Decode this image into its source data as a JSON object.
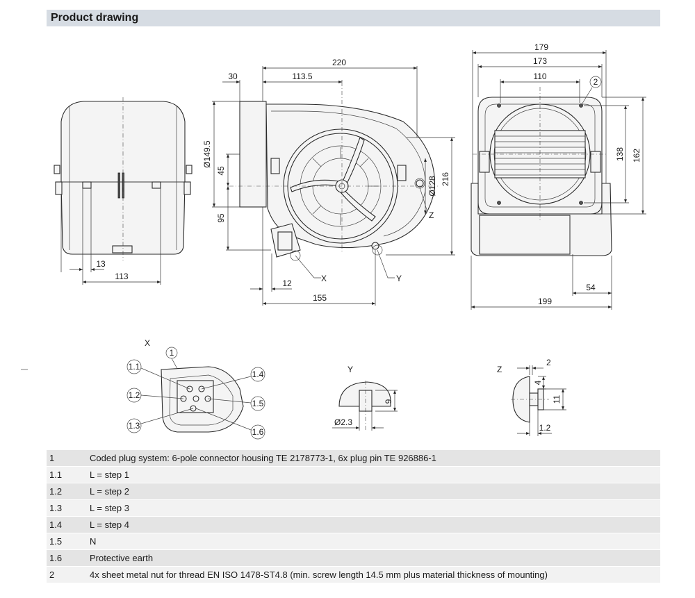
{
  "header": {
    "title": "Product drawing"
  },
  "front_view": {
    "dims": {
      "d30": "30",
      "d113_5": "113.5",
      "d220": "220",
      "d149_5": "Ø149.5",
      "d45": "45",
      "d95": "95",
      "d128": "Ø128",
      "d216": "216",
      "d12": "12",
      "d155": "155"
    },
    "callouts": {
      "x": "X",
      "y": "Y",
      "z": "Z"
    }
  },
  "side_view": {
    "dims": {
      "d13": "13",
      "d113": "113"
    }
  },
  "right_view": {
    "dims": {
      "d179": "179",
      "d173": "173",
      "d110": "110",
      "d138": "138",
      "d162": "162",
      "d54": "54",
      "d199": "199"
    },
    "callout": "2"
  },
  "detail_x": {
    "title": "X",
    "callout": "1",
    "labels": [
      "1.1",
      "1.2",
      "1.3",
      "1.4",
      "1.5",
      "1.6"
    ]
  },
  "detail_y": {
    "title": "Y",
    "d9": "9",
    "d2_3": "Ø2.3"
  },
  "detail_z": {
    "title": "Z",
    "d2": "2",
    "d4": "4",
    "d11": "11",
    "d1_2": "1.2"
  },
  "legend": [
    {
      "num": "1",
      "text": "Coded plug system: 6-pole connector housing TE 2178773-1, 6x plug pin TE 926886-1"
    },
    {
      "num": "1.1",
      "text": "L = step 1"
    },
    {
      "num": "1.2",
      "text": "L = step 2"
    },
    {
      "num": "1.3",
      "text": "L = step 3"
    },
    {
      "num": "1.4",
      "text": "L = step 4"
    },
    {
      "num": "1.5",
      "text": "N"
    },
    {
      "num": "1.6",
      "text": "Protective earth"
    },
    {
      "num": "2",
      "text": "4x sheet metal nut for thread EN ISO 1478-ST4.8 (min. screw length 14.5 mm plus material thickness of mounting)"
    }
  ]
}
